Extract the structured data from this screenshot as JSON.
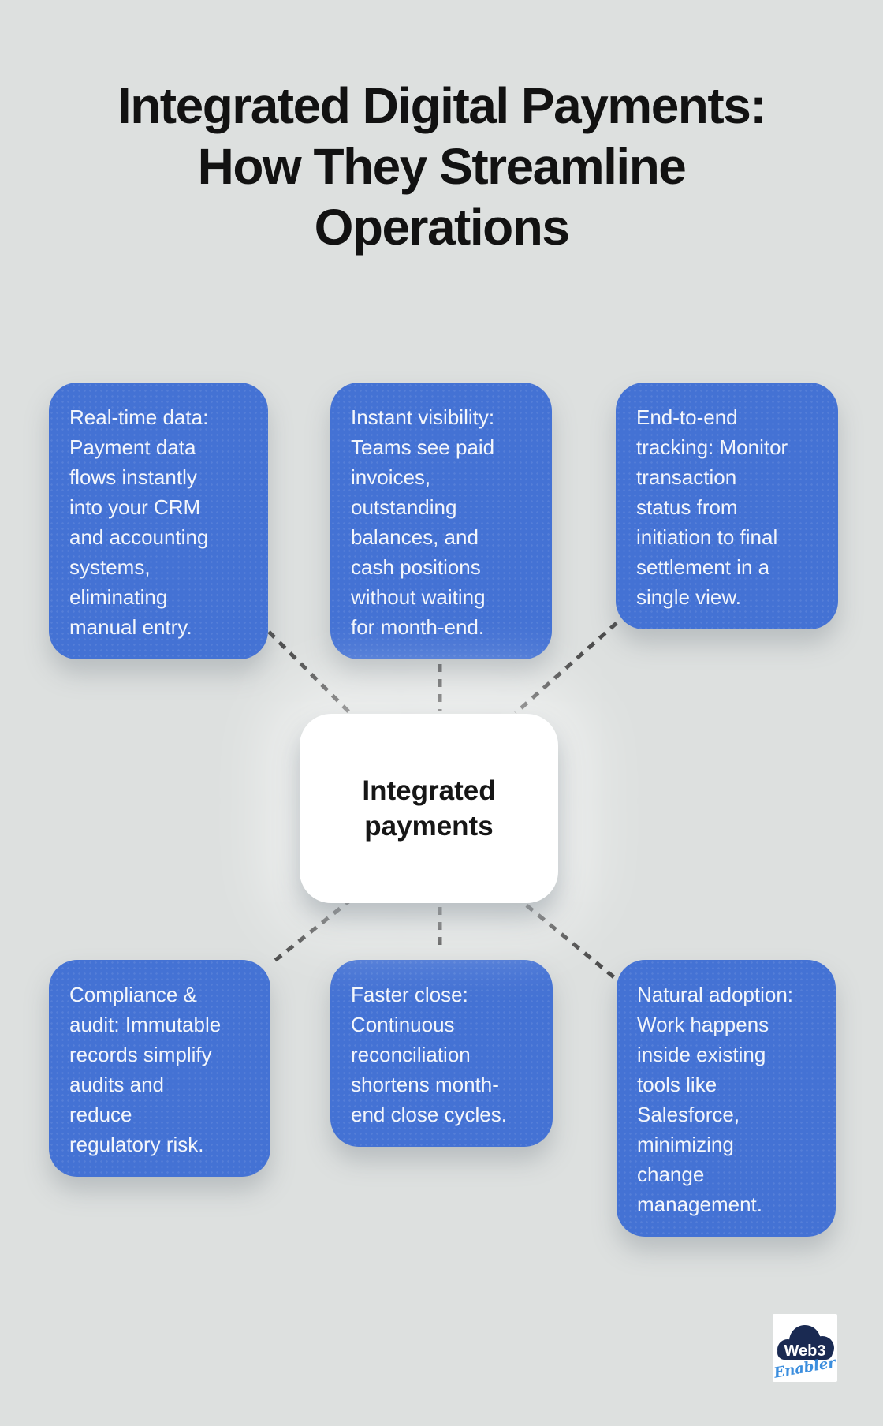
{
  "title": "Integrated Digital Payments:\nHow They Streamline\nOperations",
  "center": {
    "label": "Integrated\npayments"
  },
  "nodes": [
    {
      "id": "real-time-data",
      "text": "Real-time data:\nPayment data\nflows instantly\ninto your CRM\nand accounting\nsystems,\neliminating\nmanual entry."
    },
    {
      "id": "instant-visibility",
      "text": "Instant visibility:\nTeams see paid\ninvoices,\noutstanding\nbalances, and\ncash positions\nwithout waiting\nfor month-end."
    },
    {
      "id": "end-to-end-tracking",
      "text": "End-to-end\ntracking: Monitor\ntransaction\nstatus from\ninitiation to final\nsettlement in a\nsingle view."
    },
    {
      "id": "compliance-audit",
      "text": "Compliance &\naudit: Immutable\nrecords simplify\naudits and\nreduce\nregulatory risk."
    },
    {
      "id": "faster-close",
      "text": "Faster close:\nContinuous\nreconciliation\nshortens month-\nend close cycles."
    },
    {
      "id": "natural-adoption",
      "text": "Natural adoption:\nWork happens\ninside existing\ntools like\nSalesforce,\nminimizing\nchange\nmanagement."
    }
  ],
  "logo": {
    "brand_top": "Web3",
    "brand_bottom": "Enabler"
  },
  "colors": {
    "background": "#dde0df",
    "bubble_blue": "#4472d4",
    "connector_gray": "#4b4b4b",
    "logo_navy": "#1a2a52",
    "logo_blue": "#3b8ede"
  }
}
